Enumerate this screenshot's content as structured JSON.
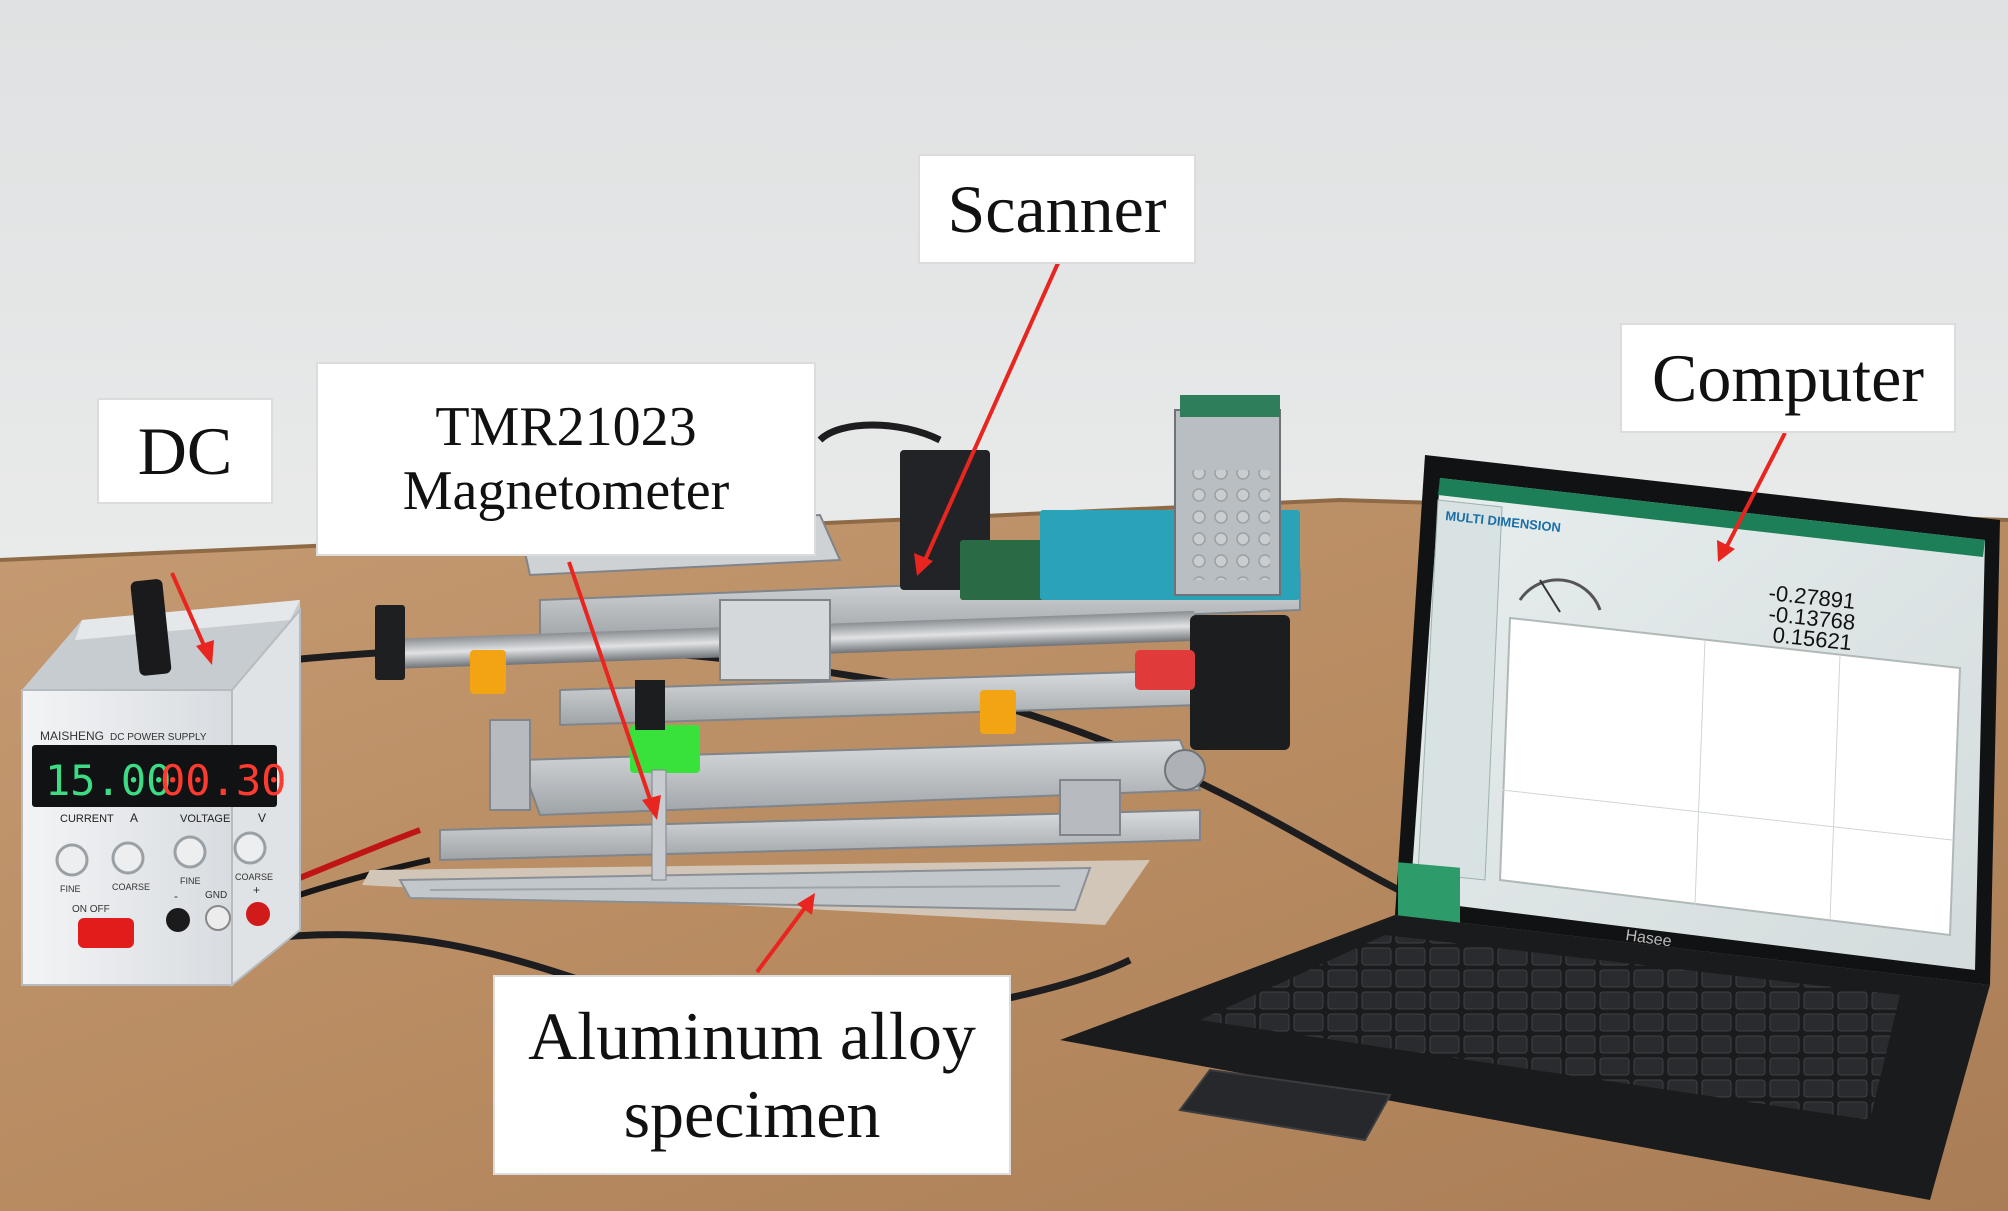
{
  "labels": {
    "dc": "DC",
    "magnetometer_line1": "TMR21023",
    "magnetometer_line2": "Magnetometer",
    "scanner": "Scanner",
    "computer": "Computer",
    "specimen_line1": "Aluminum alloy",
    "specimen_line2": "specimen"
  },
  "power_supply": {
    "brand": "MAISHENG",
    "model_text": "DC POWER SUPPLY",
    "current_display": "15.00",
    "voltage_display": "00.30",
    "current_label": "CURRENT",
    "current_unit": "A",
    "voltage_label": "VOLTAGE",
    "voltage_unit": "V",
    "knob_labels": [
      "FINE",
      "COARSE",
      "FINE",
      "COARSE"
    ],
    "on_off": "ON  OFF",
    "terminals": [
      "-",
      "GND",
      "+"
    ]
  },
  "laptop": {
    "brand": "Hasee",
    "app_brand": "MULTI DIMENSION",
    "readout_values": [
      "-0.27891",
      "-0.13768",
      "0.15621"
    ]
  },
  "colors": {
    "arrow": "#e8251f",
    "wall": "#e4e6e7",
    "table": "#b98e66",
    "display_green": "#3ddc84",
    "display_red": "#ff3b30",
    "bracket_green": "#39e23b",
    "sensor_orange": "#f2a413"
  }
}
